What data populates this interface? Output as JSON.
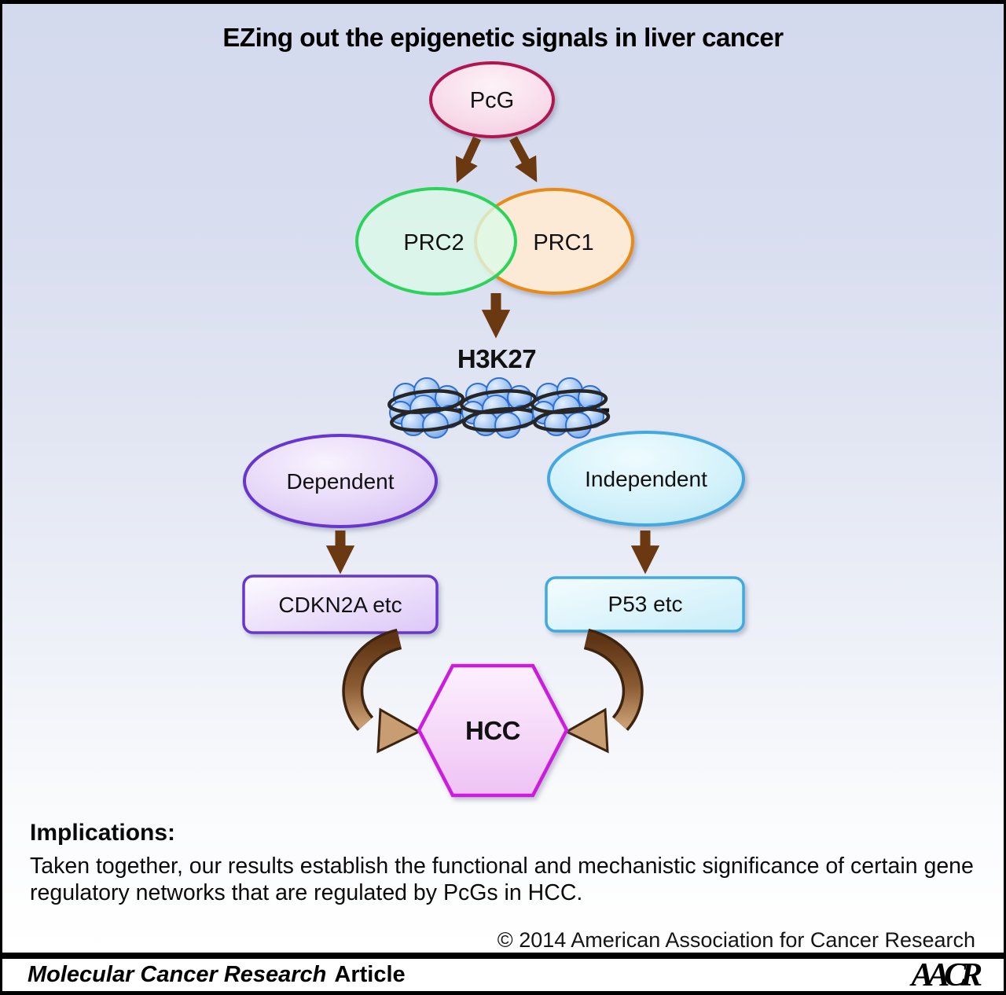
{
  "title": "EZing out the epigenetic signals in liver cancer",
  "diagram": {
    "pcg": "PcG",
    "prc2": "PRC2",
    "prc1": "PRC1",
    "h3k27": "H3K27",
    "dependent": "Dependent",
    "independent": "Independent",
    "cdkn2a_box": "CDKN2A etc",
    "p53_box": "P53 etc",
    "hcc": "HCC"
  },
  "implications": {
    "heading": "Implications:",
    "body": "Taken together, our results establish the functional and mechanistic significance of certain gene regulatory networks that are regulated by PcGs in HCC."
  },
  "copyright": "© 2014 American Association for Cancer Research",
  "footer": {
    "journal": "Molecular Cancer Research",
    "article_type": "Article",
    "logo": "AACR"
  },
  "colors": {
    "background_top": "#d4daee",
    "background_bottom": "#ffffff",
    "pcg_border": "#b0124e",
    "prc2_border": "#2bd35a",
    "prc1_border": "#e98a12",
    "dependent_border": "#6836cf",
    "independent_border": "#44a7df",
    "hcc_border": "#ce1fdf",
    "arrow_brown": "#6b3911",
    "curved_arrow_dark": "#5d3414",
    "curved_arrow_light": "#c89d72",
    "nucleosome_blue": "#7aacee"
  }
}
